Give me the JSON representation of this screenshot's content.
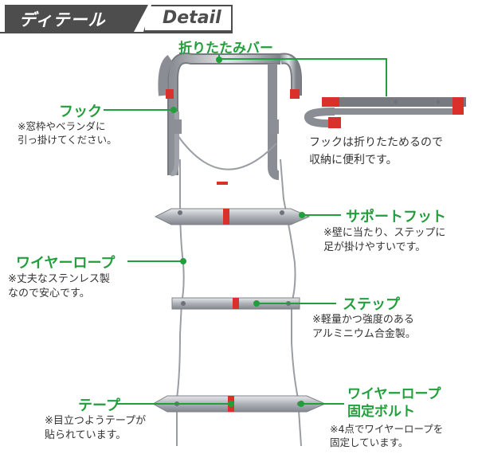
{
  "header": {
    "title_jp": "ディテール",
    "title_en": "Detail"
  },
  "callouts": {
    "folding_bar": {
      "label": "折りたたみバー"
    },
    "hook": {
      "label": "フック",
      "note": "※窓枠やベランダに\n引っ掛けてください。"
    },
    "hook_fold": {
      "note": "フックは折りたためるので\n収納に便利です。"
    },
    "support_foot": {
      "label": "サポートフット",
      "note": "※壁に当たり、ステップに\n足が掛けやすいです。"
    },
    "wire_rope": {
      "label": "ワイヤーロープ",
      "note": "※丈夫なステンレス製\nなので安心です。"
    },
    "step": {
      "label": "ステップ",
      "note": "※軽量かつ強度のある\nアルミニウム合金製。"
    },
    "tape": {
      "label": "テープ",
      "note": "※目立つようテープが\n貼られています。"
    },
    "wire_bolt": {
      "label": "ワイヤーロープ\n固定ボルト",
      "note": "※4点でワイヤーロープを\n固定しています。"
    }
  },
  "colors": {
    "accent": "#229e3c",
    "header_bg": "#4d4d4d",
    "tape_red": "#d9302c",
    "metal": "#b8bcc2"
  }
}
